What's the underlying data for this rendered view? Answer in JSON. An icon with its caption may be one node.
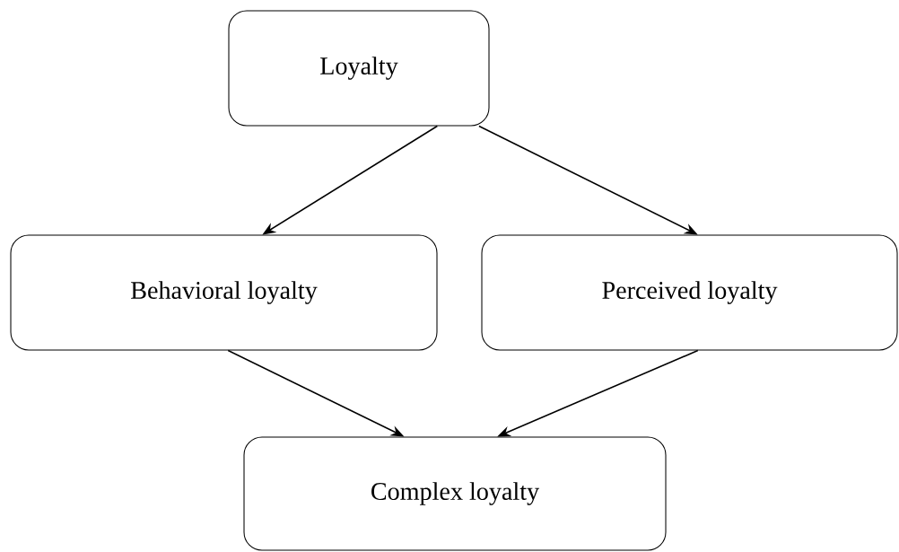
{
  "diagram": {
    "nodes": [
      {
        "text": [
          "Loyalty"
        ]
      },
      {
        "text": [
          "Behavioral loyalty"
        ]
      },
      {
        "text": [
          "Perceived loyalty"
        ]
      },
      {
        "text": [
          "Complex loyalty"
        ]
      }
    ],
    "edges": [
      {
        "from": 0,
        "to": 1,
        "arrow": "to"
      },
      {
        "from": 0,
        "to": 2,
        "arrow": "to"
      },
      {
        "from": 1,
        "to": 3,
        "arrow": "to"
      },
      {
        "from": 2,
        "to": 3,
        "arrow": "to"
      }
    ]
  }
}
